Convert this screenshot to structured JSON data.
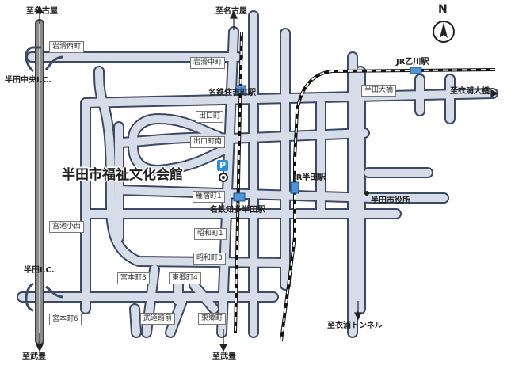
{
  "directions": {
    "top_left": "至名古屋",
    "top_center": "至名古屋",
    "right_top": "至衣浦大橋",
    "bottom_left": "至武豊",
    "bottom_center": "至武豊",
    "bottom_right": "至衣浦トンネル"
  },
  "stations": {
    "sumiyoshicho": "名鉄住吉町駅",
    "chitahanda": "名鉄知多半田駅",
    "jr_handa": "JR半田駅",
    "jr_otogawa": "JR乙川駅"
  },
  "interchanges": {
    "handa_chuo": "半田中央I.C.",
    "handa": "半田I.C."
  },
  "landmarks": {
    "venue": "半田市福祉文化会館",
    "parking": "P",
    "city_hall": "半田市役所"
  },
  "intersections": {
    "iwanamenishimachi": "岩滑西町",
    "iwanamenakamachi": "岩滑中町",
    "demachi": "出口町",
    "demachi_minami": "出口町南",
    "handa_ohashi": "半田大橋",
    "gaishukucho": "雁宿町1",
    "miyaike_konishi": "宮池小西",
    "showacho1": "昭和町1",
    "showacho3": "昭和町3",
    "miyamotocho3": "宮本町3",
    "higashigocho4": "東郷町4",
    "miyamotocho6": "宮本町6",
    "budokanmae": "武道館前",
    "higashigocho": "東郷町"
  },
  "compass": "N",
  "colors": {
    "road_fill": "#d6dde9",
    "road_edge": "#3d4a63",
    "expressway": "#5e5e5e",
    "station": "#4f94d4",
    "parking": "#2d8fd6"
  }
}
